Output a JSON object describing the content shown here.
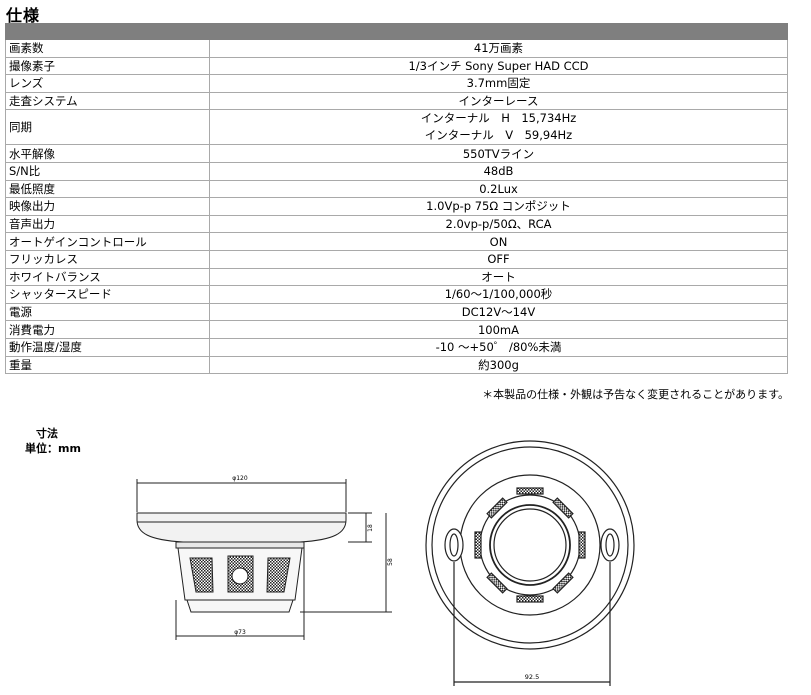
{
  "title": "仕様",
  "specs": [
    {
      "label": "画素数",
      "value": "41万画素"
    },
    {
      "label": "撮像素子",
      "value": "1/3インチ Sony Super HAD CCD"
    },
    {
      "label": "レンズ",
      "value": "3.7mm固定"
    },
    {
      "label": "走査システム",
      "value": "インターレース"
    },
    {
      "label": "同期",
      "value": "インターナル　H　15,734Hz",
      "value2": "インターナル　V　59,94Hz"
    },
    {
      "label": "水平解像",
      "value": "550TVライン"
    },
    {
      "label": "S/N比",
      "value": "48dB"
    },
    {
      "label": "最低照度",
      "value": "0.2Lux"
    },
    {
      "label": "映像出力",
      "value": "1.0Vp-p 75Ω コンポジット"
    },
    {
      "label": "音声出力",
      "value": "2.0vp-p/50Ω、RCA"
    },
    {
      "label": "オートゲインコントロール",
      "value": "ON"
    },
    {
      "label": "フリッカレス",
      "value": "OFF"
    },
    {
      "label": "ホワイトバランス",
      "value": "オート"
    },
    {
      "label": "シャッタースピード",
      "value": "1/60～1/100,000秒"
    },
    {
      "label": "電源",
      "value": "DC12V～14V"
    },
    {
      "label": "消費電力",
      "value": "100mA"
    },
    {
      "label": "動作温度/湿度",
      "value": "-10 ～+50゜ /80%未満"
    },
    {
      "label": "重量",
      "value": "約300g"
    }
  ],
  "note": "＊本製品の仕様・外観は予告なく変更されることがあります。",
  "dimensions": {
    "title": "寸法",
    "unit": "単位：mm",
    "top_width": "φ120",
    "body_height": "18",
    "total_height": "58",
    "bottom_width": "φ73",
    "front_width": "92.5"
  }
}
